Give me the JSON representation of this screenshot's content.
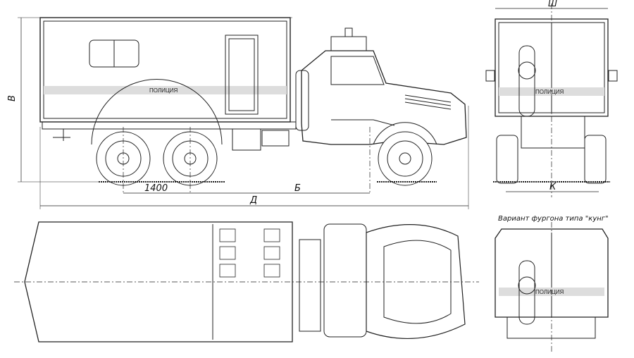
{
  "side_view": {
    "stripe_label": "ПОЛИЦИЯ"
  },
  "dimensions": {
    "height": "В",
    "axle_spacing": "1400",
    "wheelbase": "Б",
    "length": "Д",
    "width": "Ш",
    "track": "К"
  },
  "rear_view": {
    "stripe_label": "ПОЛИЦИЯ"
  },
  "variant": {
    "caption": "Вариант фургона типа \"кунг\"",
    "stripe_label": "ПОЛИЦИЯ"
  }
}
